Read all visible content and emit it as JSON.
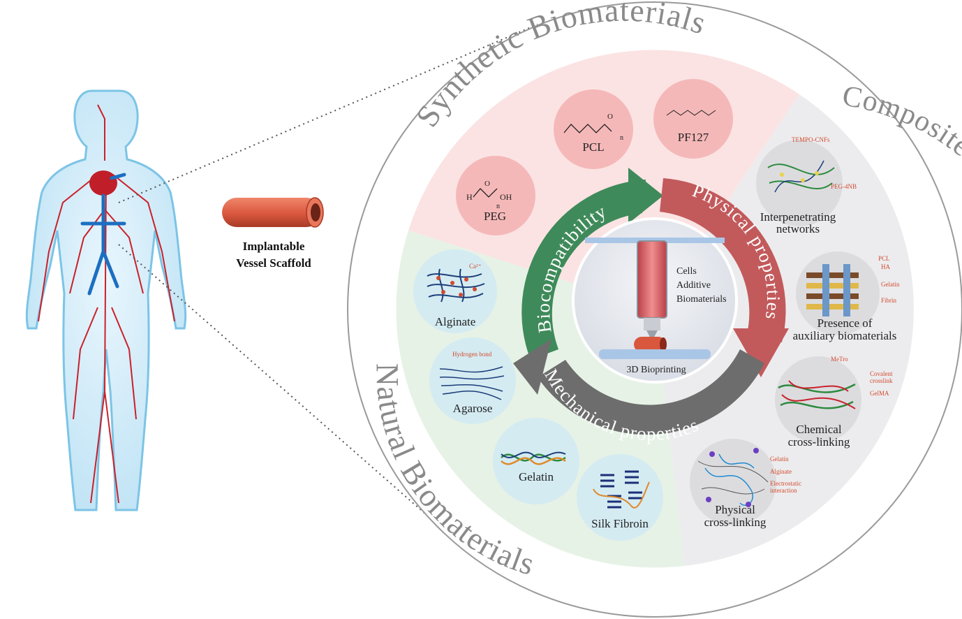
{
  "scaffold": {
    "label_line1": "Implantable",
    "label_line2": "Vessel Scaffold"
  },
  "sectors": {
    "synthetic": {
      "title": "Synthetic Biomaterials",
      "color": "#fbe3e3"
    },
    "natural": {
      "title": "Natural Biomaterials",
      "color": "#e6f2e6"
    },
    "composite": {
      "title": "Composite and Hybrid Biomaterials",
      "color": "#ececee"
    }
  },
  "synthetic_items": [
    {
      "name": "PEG",
      "formula_h": "H",
      "formula_o": "O",
      "formula_oh": "OH",
      "formula_n": "n"
    },
    {
      "name": "PCL",
      "formula_o": "O",
      "formula_n": "n"
    },
    {
      "name": "PF127"
    }
  ],
  "natural_items": [
    {
      "name": "Alginate",
      "note": "Ca²⁺"
    },
    {
      "name": "Agarose",
      "note": "Hydrogen bond"
    },
    {
      "name": "Gelatin"
    },
    {
      "name": "Silk Fibroin"
    }
  ],
  "composite_items": [
    {
      "line1": "Interpenetrating",
      "line2": "networks",
      "notes": [
        "TEMPO-CNFs",
        "PEG-4NB"
      ]
    },
    {
      "line1": "Presence of",
      "line2": "auxiliary biomaterials",
      "notes": [
        "PCL",
        "HA",
        "Gelatin",
        "Fibrin"
      ]
    },
    {
      "line1": "Chemical",
      "line2": "cross-linking",
      "notes": [
        "MeTro",
        "Covalent",
        "crosslink",
        "GelMA"
      ]
    },
    {
      "line1": "Physical",
      "line2": "cross-linking",
      "notes": [
        "Gelatin",
        "Alginate",
        "Electrostatic",
        "interaction"
      ]
    }
  ],
  "ring": {
    "biocompatibility": {
      "label": "Biocompatibility",
      "color": "#3f8a5a"
    },
    "physical": {
      "label": "Physical properties",
      "color": "#c25a5c"
    },
    "mechanical": {
      "label": "Mechanical properties",
      "color": "#6d6d6d"
    }
  },
  "center": {
    "line1": "Cells",
    "line2": "Additive",
    "line3": "Biomaterials",
    "caption": "3D Bioprinting"
  }
}
